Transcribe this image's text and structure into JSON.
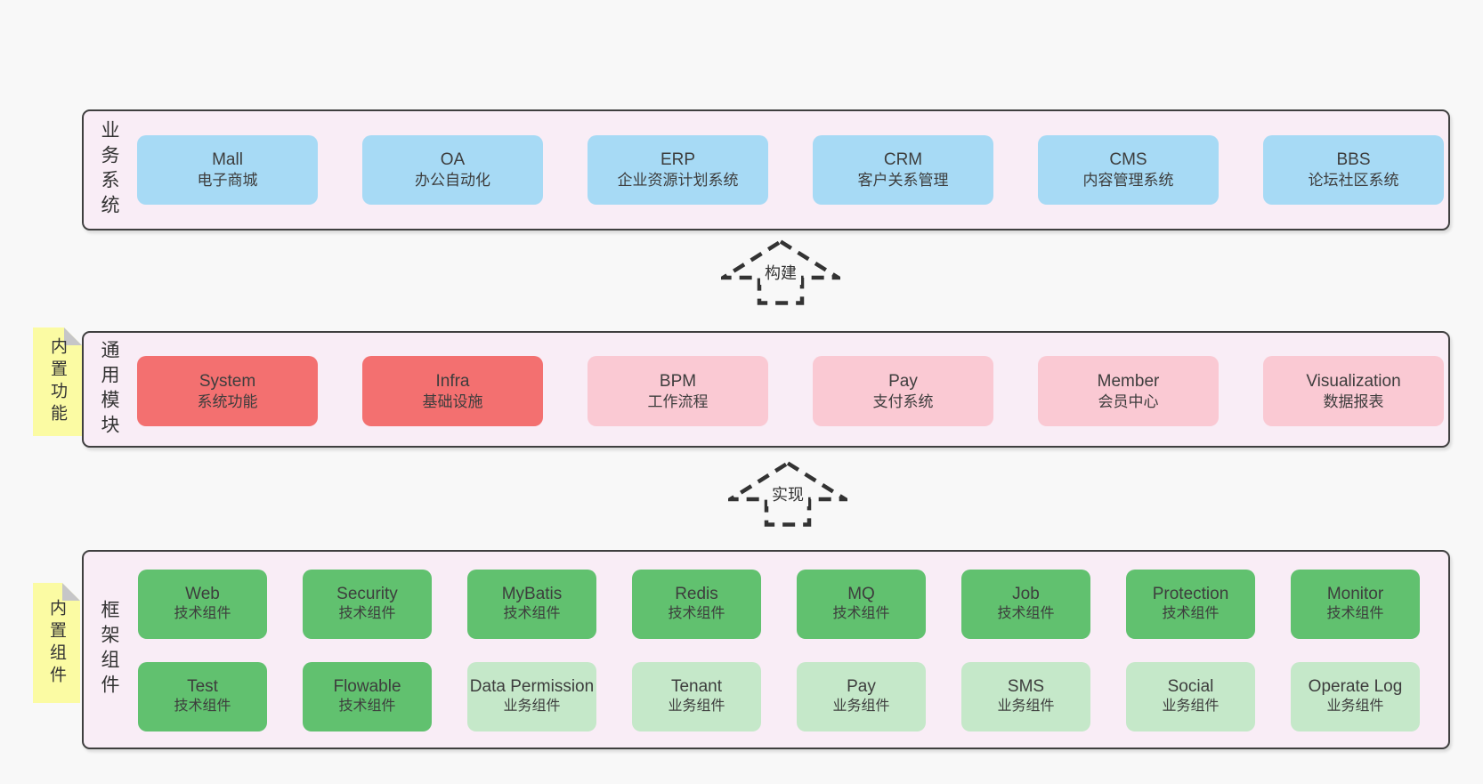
{
  "colors": {
    "page-bg": "#f8f8f8",
    "panel-bg": "#f9edf6",
    "panel-border": "#3f3f3f",
    "box-blue": "#a7daf5",
    "box-red": "#f37070",
    "box-pink": "#fac9d3",
    "box-green": "#61c16f",
    "box-green-light": "#c5e8c9",
    "sticky-yellow": "#fbfba3",
    "fold-gray": "#c6c6c8",
    "text": "#3d3d3d",
    "arrow": "#333333"
  },
  "arrows": [
    {
      "label": "构建"
    },
    {
      "label": "实现"
    }
  ],
  "panels": [
    {
      "label": "业务系统",
      "boxes": [
        {
          "name": "Mall",
          "desc": "电子商城"
        },
        {
          "name": "OA",
          "desc": "办公自动化"
        },
        {
          "name": "ERP",
          "desc": "企业资源计划系统"
        },
        {
          "name": "CRM",
          "desc": "客户关系管理"
        },
        {
          "name": "CMS",
          "desc": "内容管理系统"
        },
        {
          "name": "BBS",
          "desc": "论坛社区系统"
        }
      ]
    },
    {
      "label": "通用模块",
      "sticky": "内置功能",
      "boxes": [
        {
          "name": "System",
          "desc": "系统功能"
        },
        {
          "name": "Infra",
          "desc": "基础设施"
        },
        {
          "name": "BPM",
          "desc": "工作流程"
        },
        {
          "name": "Pay",
          "desc": "支付系统"
        },
        {
          "name": "Member",
          "desc": "会员中心"
        },
        {
          "name": "Visualization",
          "desc": "数据报表"
        }
      ]
    },
    {
      "label": "框架组件",
      "sticky": "内置组件",
      "rows": [
        [
          {
            "name": "Web",
            "desc": "技术组件"
          },
          {
            "name": "Security",
            "desc": "技术组件"
          },
          {
            "name": "MyBatis",
            "desc": "技术组件"
          },
          {
            "name": "Redis",
            "desc": "技术组件"
          },
          {
            "name": "MQ",
            "desc": "技术组件"
          },
          {
            "name": "Job",
            "desc": "技术组件"
          },
          {
            "name": "Protection",
            "desc": "技术组件"
          },
          {
            "name": "Monitor",
            "desc": "技术组件"
          }
        ],
        [
          {
            "name": "Test",
            "desc": "技术组件"
          },
          {
            "name": "Flowable",
            "desc": "技术组件"
          },
          {
            "name": "Data Permission",
            "desc": "业务组件"
          },
          {
            "name": "Tenant",
            "desc": "业务组件"
          },
          {
            "name": "Pay",
            "desc": "业务组件"
          },
          {
            "name": "SMS",
            "desc": "业务组件"
          },
          {
            "name": "Social",
            "desc": "业务组件"
          },
          {
            "name": "Operate Log",
            "desc": "业务组件"
          }
        ]
      ]
    }
  ]
}
